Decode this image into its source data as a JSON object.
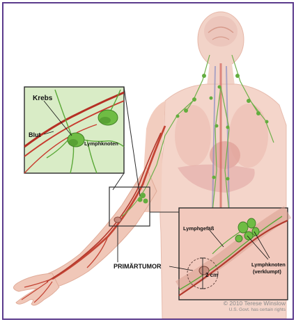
{
  "labels": {
    "cancer": "Krebs",
    "blood": "Blut",
    "lymph_node": "Lymphknoten",
    "lymph_vessel": "Lymphgefäß",
    "lymph_nodes_clumped_1": "Lymphknoten",
    "lymph_nodes_clumped_2": "(verklumpt)",
    "primary_tumor": "PRIMÄRTUMOR",
    "size": "2 cm"
  },
  "copyright": {
    "line1": "© 2010 Terese Winslow",
    "line2": "U.S. Govt. has certain rights"
  },
  "colors": {
    "border": "#5b3a8c",
    "skin": "#f3cfc2",
    "artery": "#c0392b",
    "lymph": "#5fae3c"
  }
}
